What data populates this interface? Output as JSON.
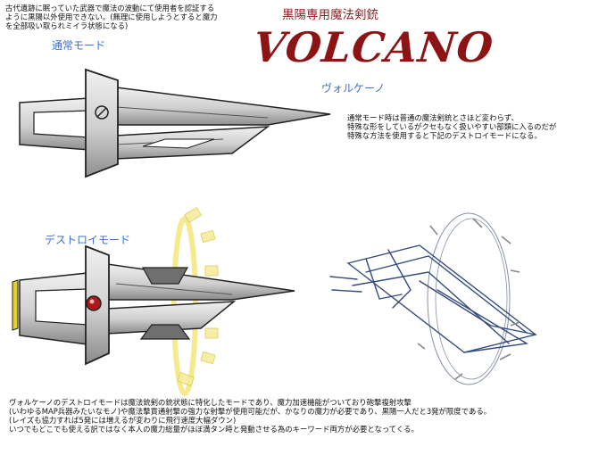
{
  "intro_text": "古代遺跡に眠っていた武器で魔法の波動にて使用者を認証する\nように黒陽以外使用できない。(無理に使用しようとすると魔力\nを全部吸い取られミイラ状態になる)",
  "subtitle": "黒陽専用魔法剣銃",
  "title": "VOLCANO",
  "normal_mode_label": "通常モード",
  "katakana_name": "ヴォルケーノ",
  "normal_mode_description": "通常モード時は普通の魔法剣銃とさほど変わらず、\n特殊な形をしているがクセもなく扱いやすい部類に入るのだが\n特殊な方法を使用すると下記のデストロイモードになる。",
  "destroy_mode_label": "デストロイモード",
  "destroy_mode_description": "ヴォルケーノのデストロイモードは魔法銃剣の銃状態に特化したモードであり、魔力加速機能がついており砲撃複射攻撃\n(いわゆるMAP兵器みたいなモノ)や魔法撃貫通射撃の強力な射撃が使用可能だが、かなりの魔力が必要であり、黒陽一人だと3発が限度である。\n(レイズも協力すれば5発には増えるが変わりに飛行速度大幅ダウン)\nいつでもどこでも使える訳ではなく本人の魔力総量がほぼ満タン時と発動させる為のキーワード両方が必要となってくる。",
  "colors": {
    "title": "#8c1414",
    "label_blue": "#3d6fc4",
    "metal_light": "#e2e2e2",
    "metal_dark": "#8a8a8a",
    "gem": "#b01818",
    "glow": "#f2e36a",
    "sketch": "#1f3870"
  }
}
